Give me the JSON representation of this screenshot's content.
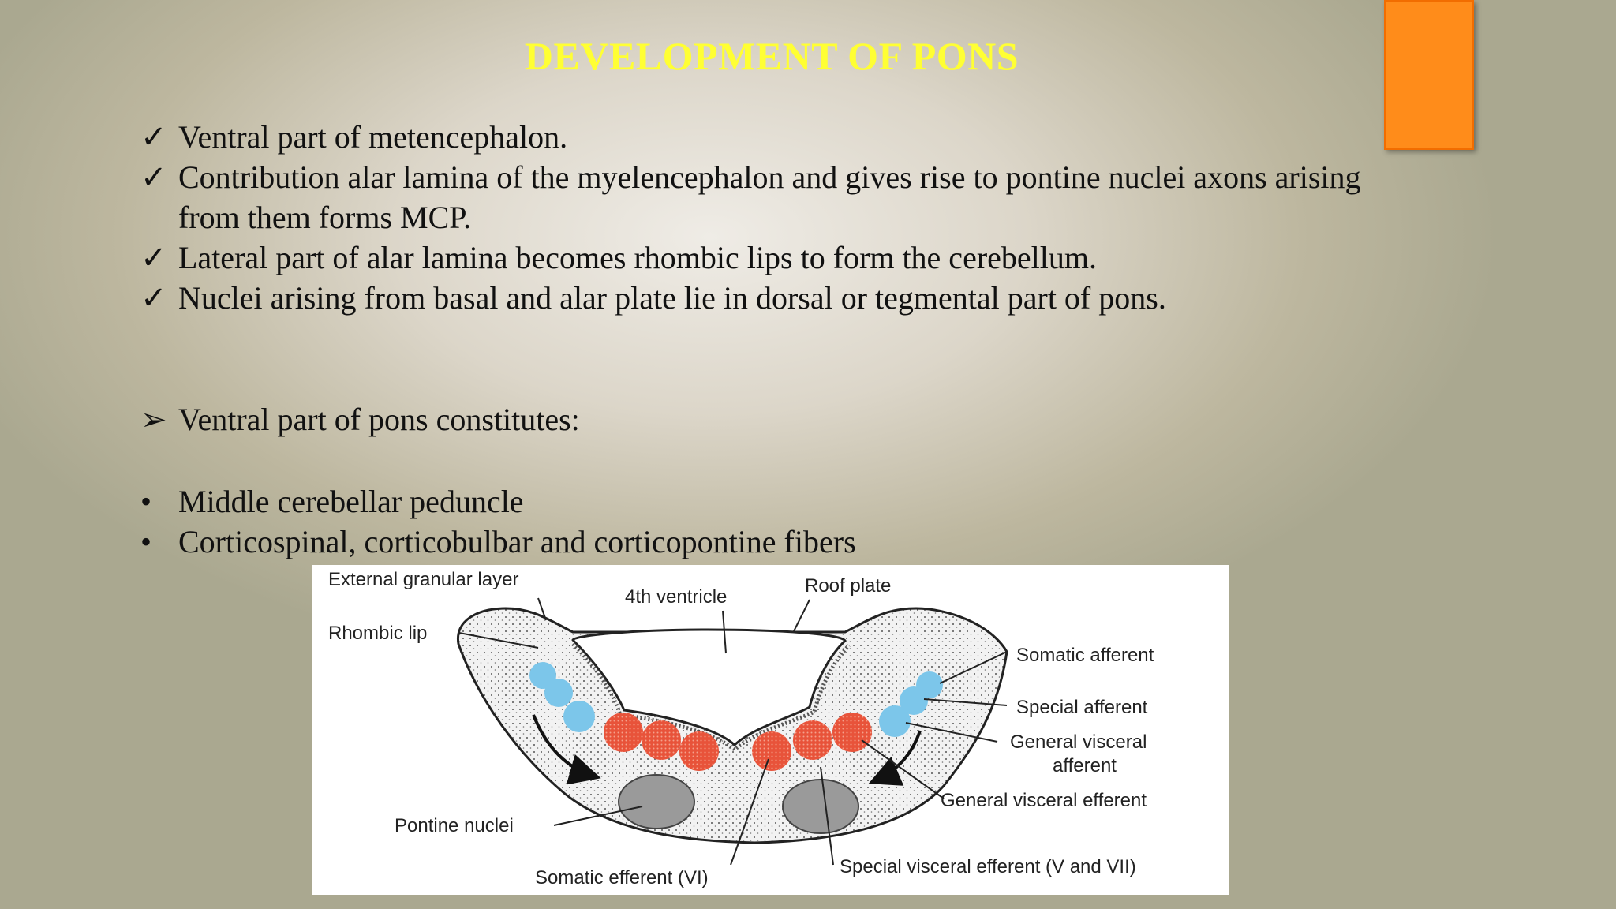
{
  "slide": {
    "title": "DEVELOPMENT OF PONS",
    "check_items": [
      "Ventral part of metencephalon.",
      "Contribution alar lamina of the myelencephalon and gives rise to pontine nuclei axons arising from them forms MCP.",
      "Lateral part of alar lamina becomes rhombic lips to form the cerebellum.",
      "Nuclei arising from basal and alar plate lie in dorsal or tegmental part of pons."
    ],
    "subheading": "Ventral part of pons constitutes:",
    "dot_items": [
      "Middle cerebellar peduncle",
      "Corticospinal, corticobulbar and corticopontine fibers"
    ],
    "marks": {
      "check": "✓",
      "arrow": "➢",
      "dot": "•"
    }
  },
  "figure": {
    "labels": {
      "external_granular_layer": "External granular layer",
      "fourth_ventricle": "4th ventricle",
      "roof_plate": "Roof plate",
      "rhombic_lip": "Rhombic lip",
      "somatic_afferent": "Somatic afferent",
      "special_afferent": "Special afferent",
      "general_visceral_afferent_1": "General visceral",
      "general_visceral_afferent_2": "afferent",
      "general_visceral_efferent": "General visceral efferent",
      "pontine_nuclei": "Pontine nuclei",
      "somatic_efferent": "Somatic efferent (VI)",
      "special_visceral_efferent": "Special visceral efferent (V and VII)"
    },
    "colors": {
      "blue_nuclei": "#7cc6ea",
      "red_nuclei": "#e8533a",
      "tissue": "#d9d9d9"
    }
  },
  "decor": {
    "accent_color": "#ff8c1a",
    "title_color": "#ffff33"
  }
}
